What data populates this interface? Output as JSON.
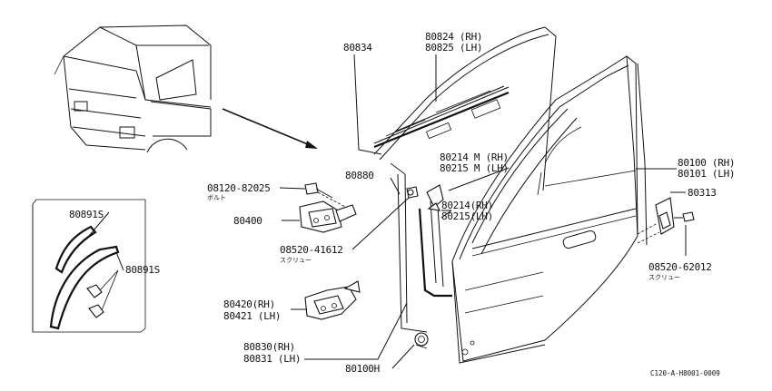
{
  "labels": {
    "p80834": "80834",
    "p80824": "80824 (RH)",
    "p80825": "80825 (LH)",
    "p80880": "80880",
    "p80214m": "80214 M (RH)",
    "p80215m": "80215 M (LH)",
    "p80100rh": "80100 (RH)",
    "p80101lh": "80101 (LH)",
    "p80313": "80313",
    "p08120": "08120-82025",
    "p08120_sub": "ボルト",
    "p80400": "80400",
    "p80214": "80214(RH)",
    "p80215": "80215(LH)",
    "p08520a": "08520-41612",
    "p08520a_sub": "スクリュー",
    "p08520b": "08520-62012",
    "p08520b_sub": "スクリュー",
    "p80891s_a": "80891S",
    "p80891s_b": "80891S",
    "p80420": "80420(RH)",
    "p80421": "80421 (LH)",
    "p80830": "80830(RH)",
    "p80831": "80831 (LH)",
    "p80100h": "80100H",
    "figure_code": "C120-A-H8001-0009"
  }
}
